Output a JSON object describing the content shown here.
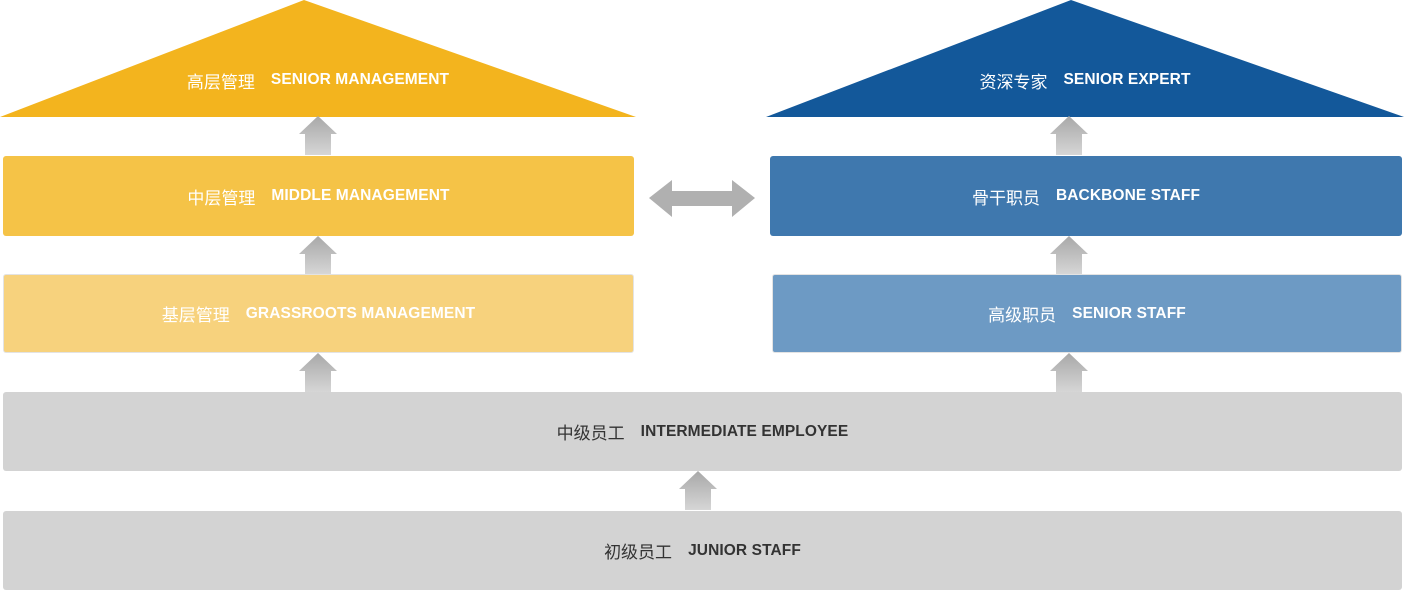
{
  "colors": {
    "senior_management": "#f3b41e",
    "middle_management": "#f5c347",
    "grassroots_management": "#f7d27d",
    "senior_expert": "#13589a",
    "backbone_staff": "#3f78ae",
    "senior_staff": "#6d9ac4",
    "employee_level": "#d3d3d3",
    "arrow": "#b4b4b4"
  },
  "management_track": {
    "senior": {
      "zh": "高层管理",
      "en": "SENIOR MANAGEMENT"
    },
    "middle": {
      "zh": "中层管理",
      "en": "MIDDLE MANAGEMENT"
    },
    "grassroots": {
      "zh": "基层管理",
      "en": "GRASSROOTS MANAGEMENT"
    }
  },
  "expert_track": {
    "senior": {
      "zh": "资深专家",
      "en": "SENIOR EXPERT"
    },
    "backbone": {
      "zh": "骨干职员",
      "en": "BACKBONE STAFF"
    },
    "staff": {
      "zh": "高级职员",
      "en": "SENIOR STAFF"
    }
  },
  "common": {
    "intermediate": {
      "zh": "中级员工",
      "en": "INTERMEDIATE EMPLOYEE"
    },
    "junior": {
      "zh": "初级员工",
      "en": "JUNIOR STAFF"
    }
  }
}
